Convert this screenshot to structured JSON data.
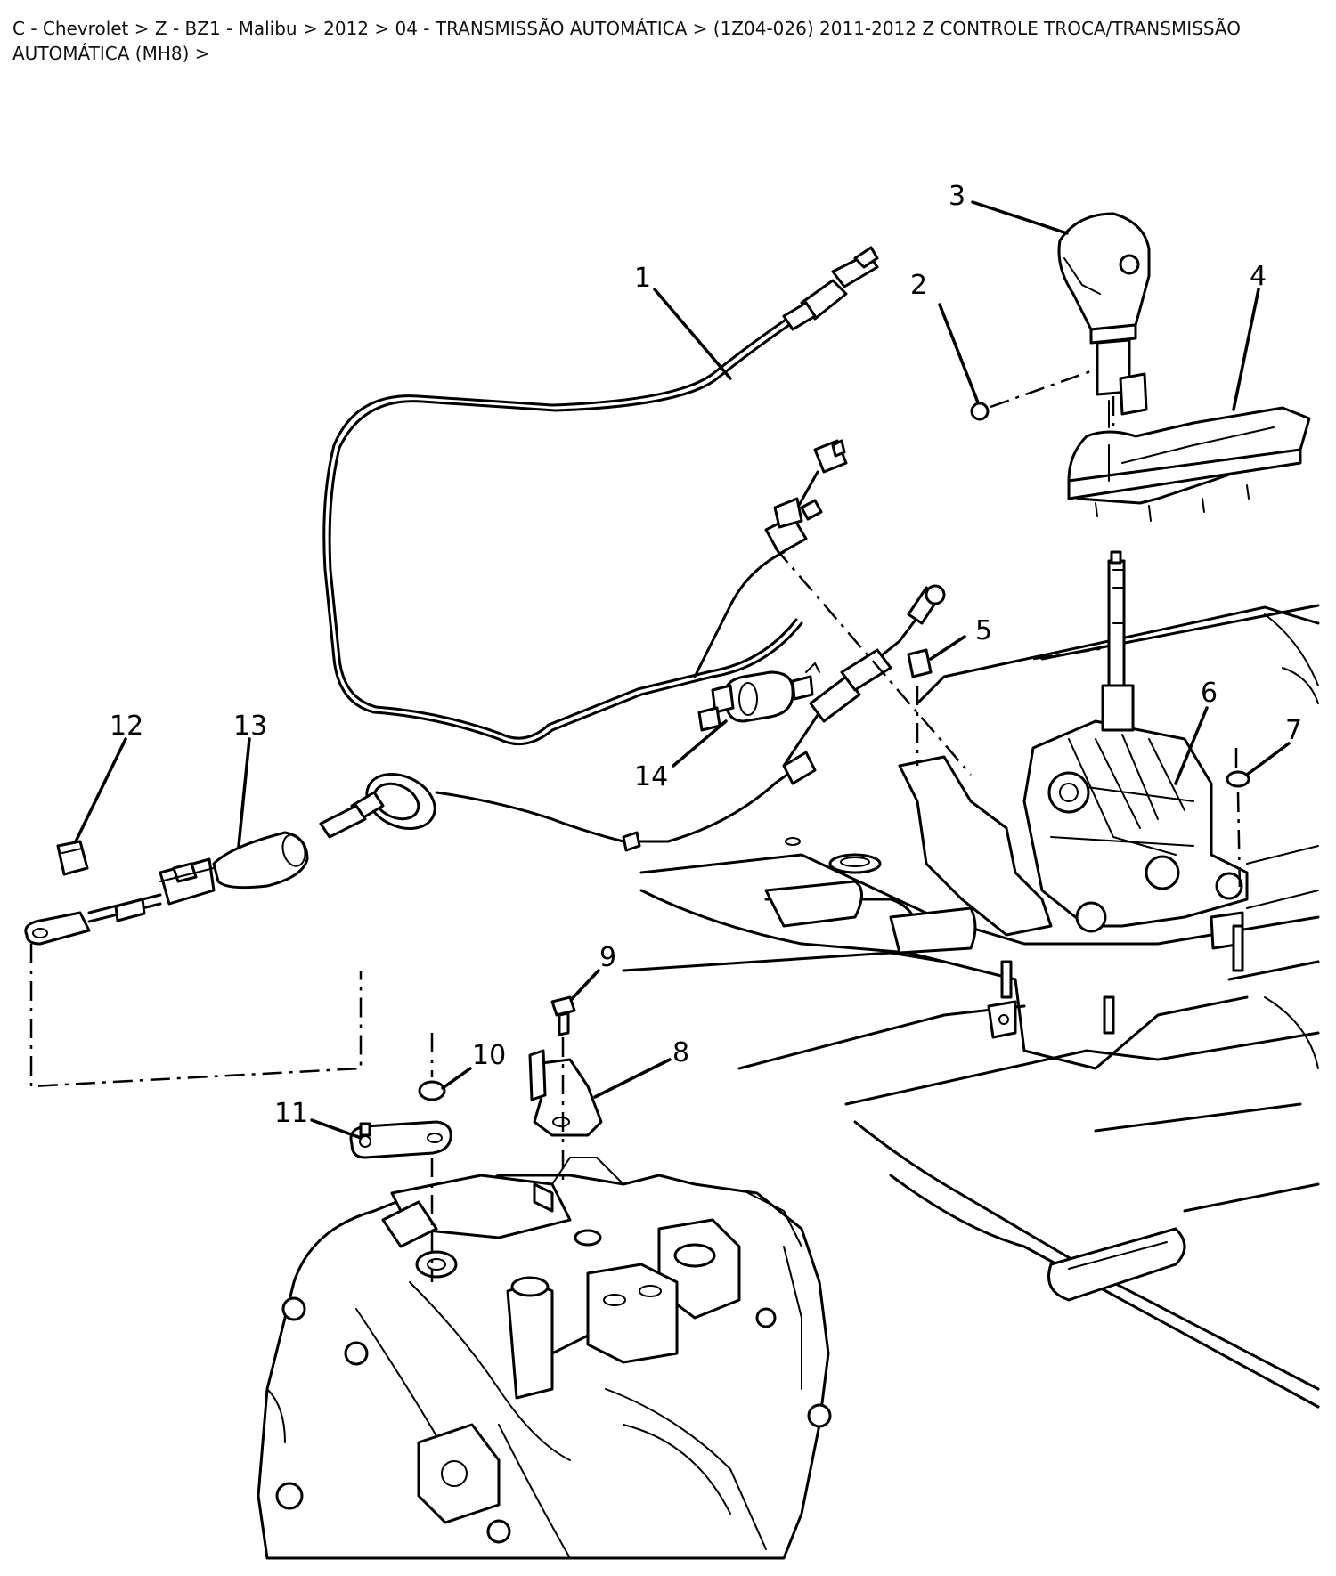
{
  "breadcrumb": {
    "items": [
      "C - Chevrolet",
      "Z - BZ1 - Malibu",
      "2012",
      "04 - TRANSMISSÃO AUTOMÁTICA",
      "(1Z04-026)   2011-2012   Z   CONTROLE TROCA/TRANSMISSÃO AUTOMÁTICA (MH8)"
    ],
    "separator": " > "
  },
  "callouts": [
    "1",
    "2",
    "3",
    "4",
    "5",
    "6",
    "7",
    "8",
    "9",
    "10",
    "11",
    "12",
    "13",
    "14"
  ]
}
